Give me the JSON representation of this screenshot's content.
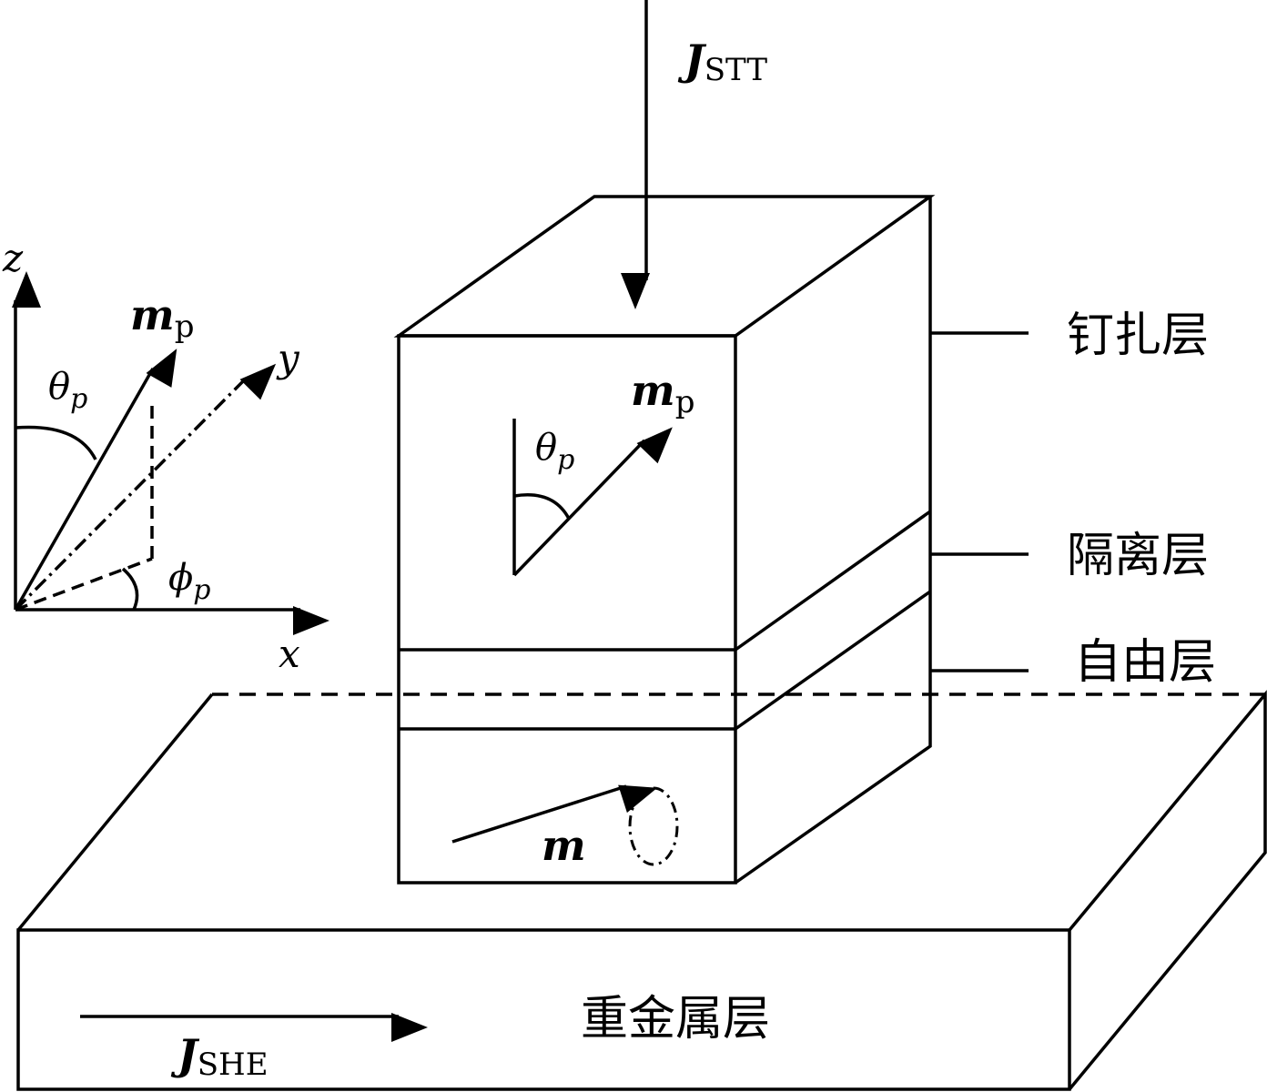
{
  "labels": {
    "j_stt": {
      "main": "J",
      "sub": "STT"
    },
    "j_she": {
      "main": "J",
      "sub": "SHE"
    },
    "mp_inner": {
      "main": "m",
      "sub": "p"
    },
    "mp_axes": {
      "main": "m",
      "sub": "p"
    },
    "theta_inner": {
      "main": "θ",
      "sub": "p"
    },
    "theta_axes": {
      "main": "θ",
      "sub": "p"
    },
    "phi_axes": {
      "main": "ϕ",
      "sub": "p"
    },
    "m_free": "m",
    "axis_x": "x",
    "axis_y": "y",
    "axis_z": "z",
    "pinned_layer": "钉扎层",
    "spacer_layer": "隔离层",
    "free_layer": "自由层",
    "heavy_metal_layer": "重金属层"
  },
  "colors": {
    "stroke": "#000000",
    "background": "#ffffff"
  }
}
